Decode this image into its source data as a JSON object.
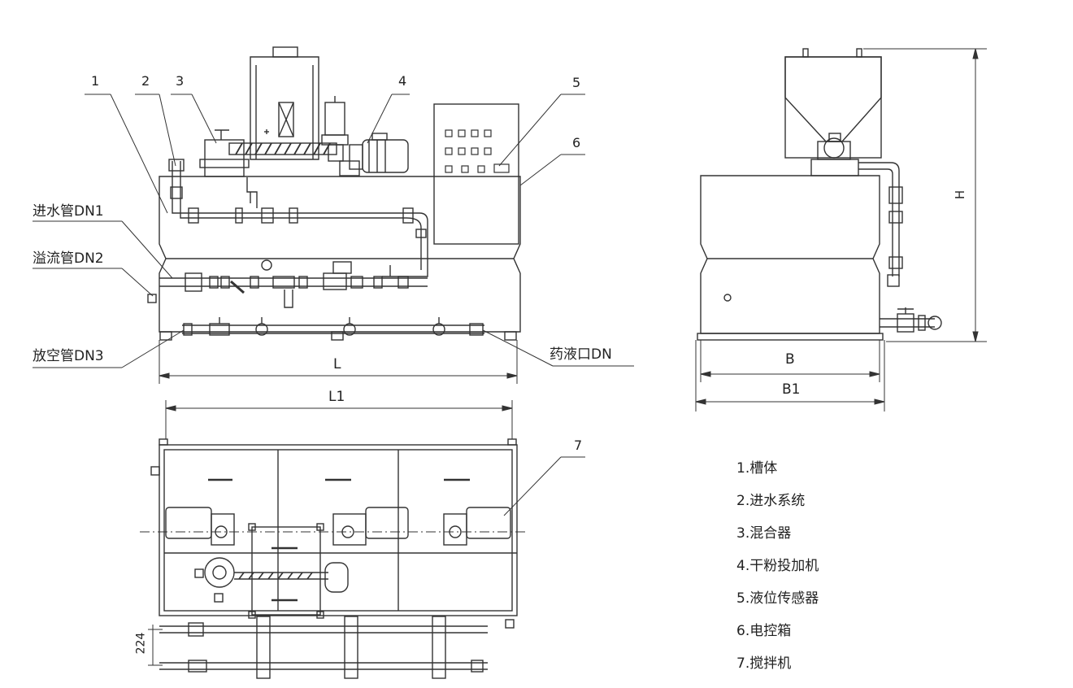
{
  "callouts": [
    "1",
    "2",
    "3",
    "4",
    "5",
    "6",
    "7"
  ],
  "pipes": {
    "inlet": "进水管DN1",
    "overflow": "溢流管DN2",
    "drain": "放空管DN3",
    "outlet": "药液口DN"
  },
  "dimensions": {
    "L": "L",
    "L1": "L1",
    "B": "B",
    "B1": "B1",
    "H": "H",
    "d224": "224"
  },
  "legend": [
    "1.槽体",
    "2.进水系统",
    "3.混合器",
    "4.干粉投加机",
    "5.液位传感器",
    "6.电控箱",
    "7.搅拌机"
  ]
}
